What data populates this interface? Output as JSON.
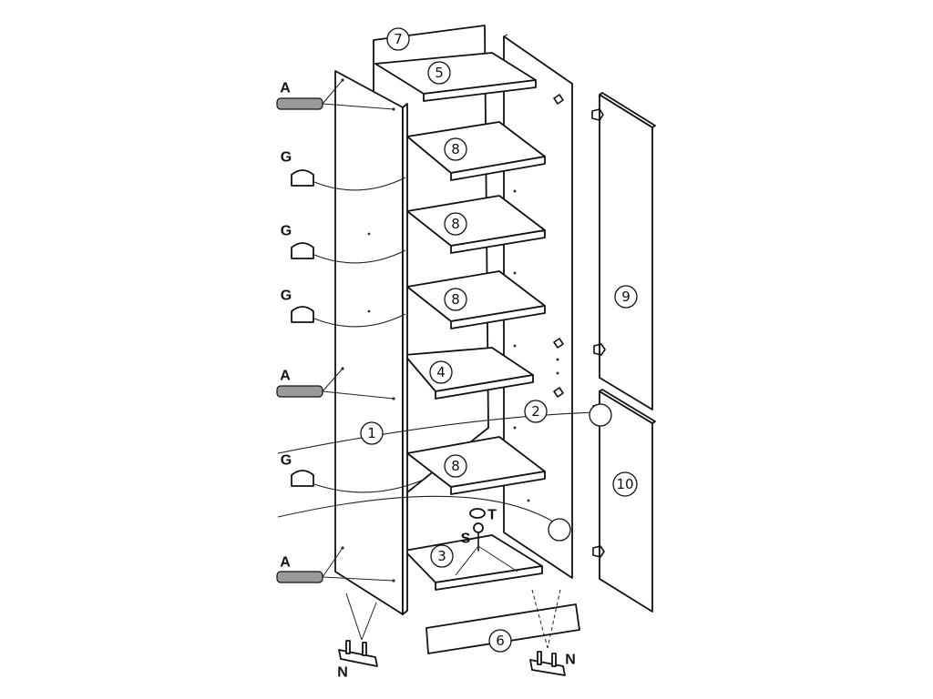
{
  "parts": {
    "p1": "1",
    "p2": "2",
    "p3": "3",
    "p4": "4",
    "p5": "5",
    "p6": "6",
    "p7": "7",
    "p8": "8",
    "p9": "9",
    "p10": "10"
  },
  "hardware": {
    "A": "A",
    "G": "G",
    "T": "T",
    "S": "S",
    "N": "N"
  },
  "colors": {
    "line": "#111111",
    "background": "#ffffff"
  }
}
